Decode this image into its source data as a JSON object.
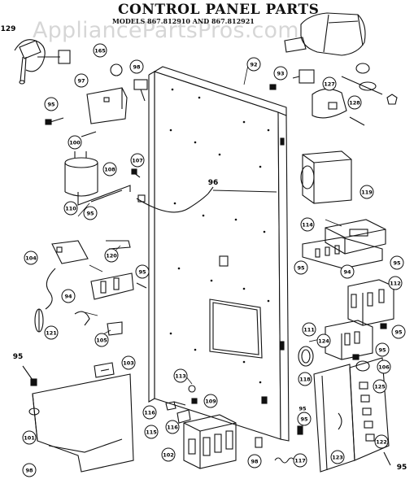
{
  "header": {
    "title": "CONTROL PANEL PARTS",
    "models_line": "MODELS 867.812910 AND 867.812921",
    "sub_line": "",
    "watermark": "AppliancePartsPros.com"
  },
  "parts": {
    "p129": "129",
    "p165": "165",
    "p98a": "98",
    "p92": "92",
    "p93": "93",
    "p97": "97",
    "p95a": "95",
    "p100": "100",
    "p108": "108",
    "p107": "107",
    "p96": "96",
    "p110": "110",
    "p95b": "95",
    "p119": "119",
    "p114": "114",
    "p104": "104",
    "p120": "120",
    "p95c": "95",
    "p95d": "95",
    "p94a": "94",
    "p95e": "95",
    "p94b": "94",
    "p112": "112",
    "p121": "121",
    "p105": "105",
    "p111": "111",
    "p124": "124",
    "p95f": "95",
    "p95g": "95",
    "p95h": "95",
    "p118": "118",
    "p106": "106",
    "p103": "103",
    "p113": "113",
    "p109": "109",
    "p116a": "116",
    "p115": "115",
    "p116b": "116",
    "p101": "101",
    "p102": "102",
    "p95i": "95",
    "p123": "123",
    "p122": "122",
    "p98b": "98",
    "p117": "117",
    "p98c": "98",
    "p125": "125",
    "p127": "127",
    "p128": "128",
    "p95j": "95",
    "p95k": "95"
  }
}
